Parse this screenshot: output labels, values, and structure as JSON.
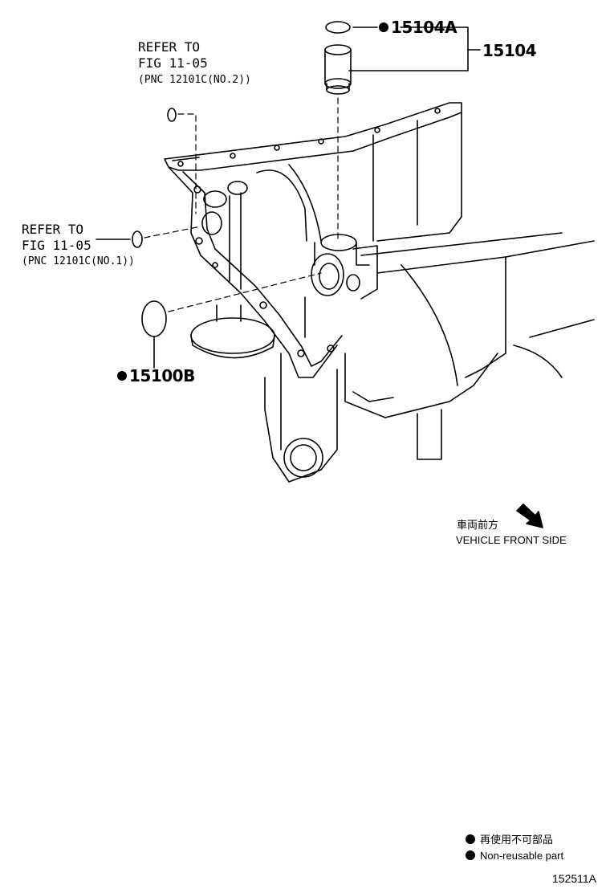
{
  "parts": {
    "p15104A": "15104A",
    "p15104": "15104",
    "p15100B": "15100B"
  },
  "refer_top": {
    "line1": "REFER TO",
    "line2": "FIG 11-05",
    "line3": "(PNC 12101C(NO.2))"
  },
  "refer_left": {
    "line1": "REFER TO",
    "line2": "FIG 11-05",
    "line3": "(PNC 12101C(NO.1))"
  },
  "front": {
    "jp": "車両前方",
    "en": "VEHICLE FRONT SIDE"
  },
  "legend": {
    "jp": "再使用不可部品",
    "en": "Non-reusable part"
  },
  "figure_code": "152511A",
  "colors": {
    "ink": "#000000",
    "paper": "#ffffff"
  }
}
